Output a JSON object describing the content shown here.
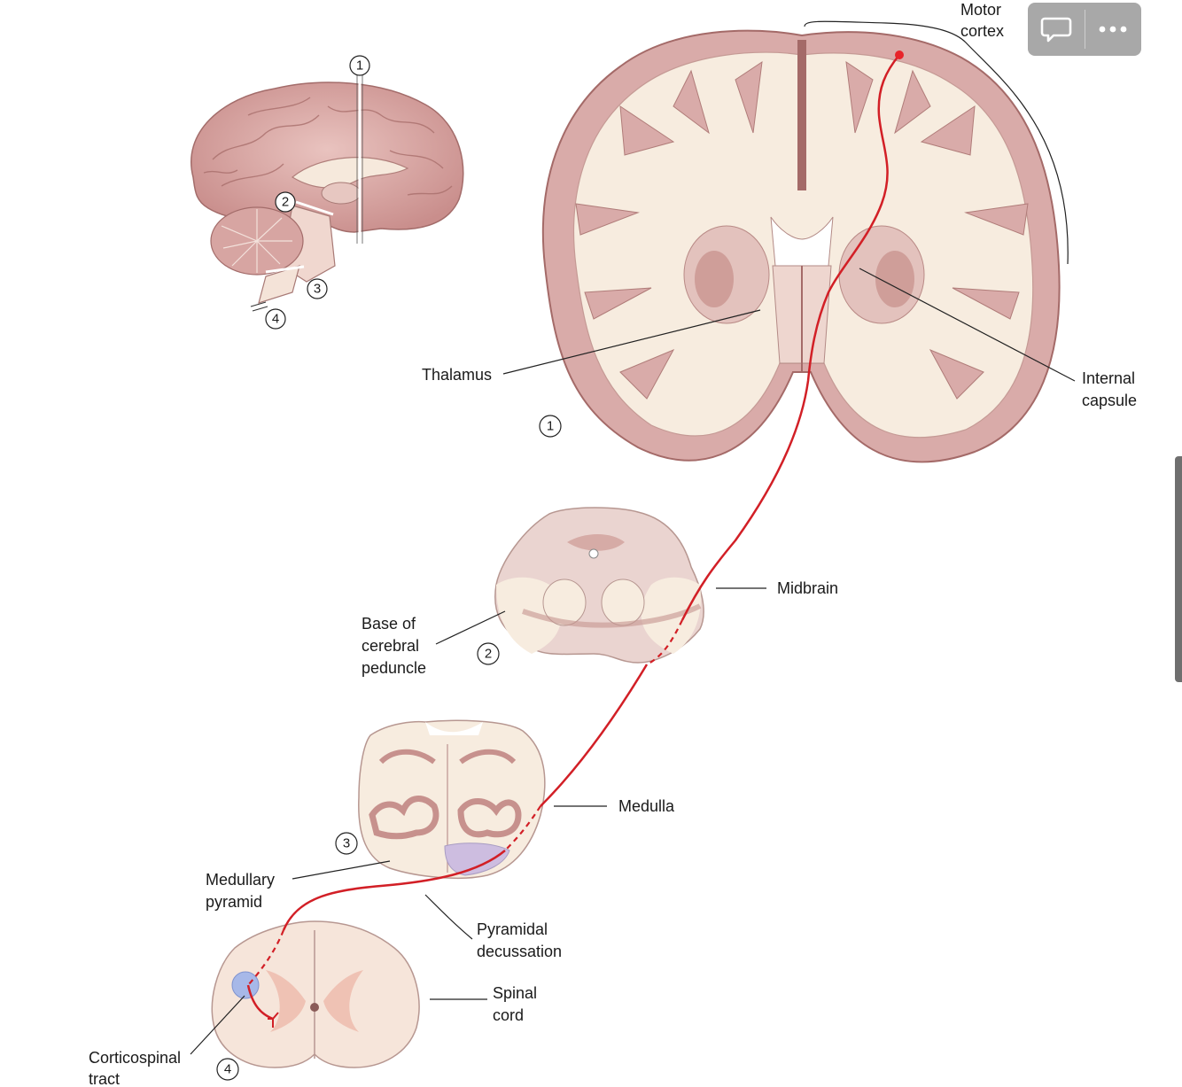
{
  "labels": {
    "motor_cortex": [
      "Motor",
      "cortex"
    ],
    "thalamus": "Thalamus",
    "internal_capsule": [
      "Internal",
      "capsule"
    ],
    "midbrain": "Midbrain",
    "base_of_cerebral_peduncle": [
      "Base of",
      "cerebral",
      "peduncle"
    ],
    "medulla": "Medulla",
    "medullary_pyramid": [
      "Medullary",
      "pyramid"
    ],
    "pyramidal_decussation": [
      "Pyramidal",
      "decussation"
    ],
    "spinal_cord": [
      "Spinal",
      "cord"
    ],
    "corticospinal_tract": [
      "Corticospinal",
      "tract"
    ]
  },
  "section_numbers": {
    "inset_1": "1",
    "inset_2": "2",
    "inset_3": "3",
    "inset_4": "4",
    "coronal": "1",
    "midbrain": "2",
    "medulla": "3",
    "spinal": "4"
  },
  "toolbar": {
    "comment_icon": "speech-bubble-icon",
    "more_icon": "ellipsis-icon"
  },
  "colors": {
    "tract": "#d21f26",
    "gray_matter": "#d9aba9",
    "white_matter": "#f7ecdf",
    "toolbar": "#a8a8a8"
  }
}
